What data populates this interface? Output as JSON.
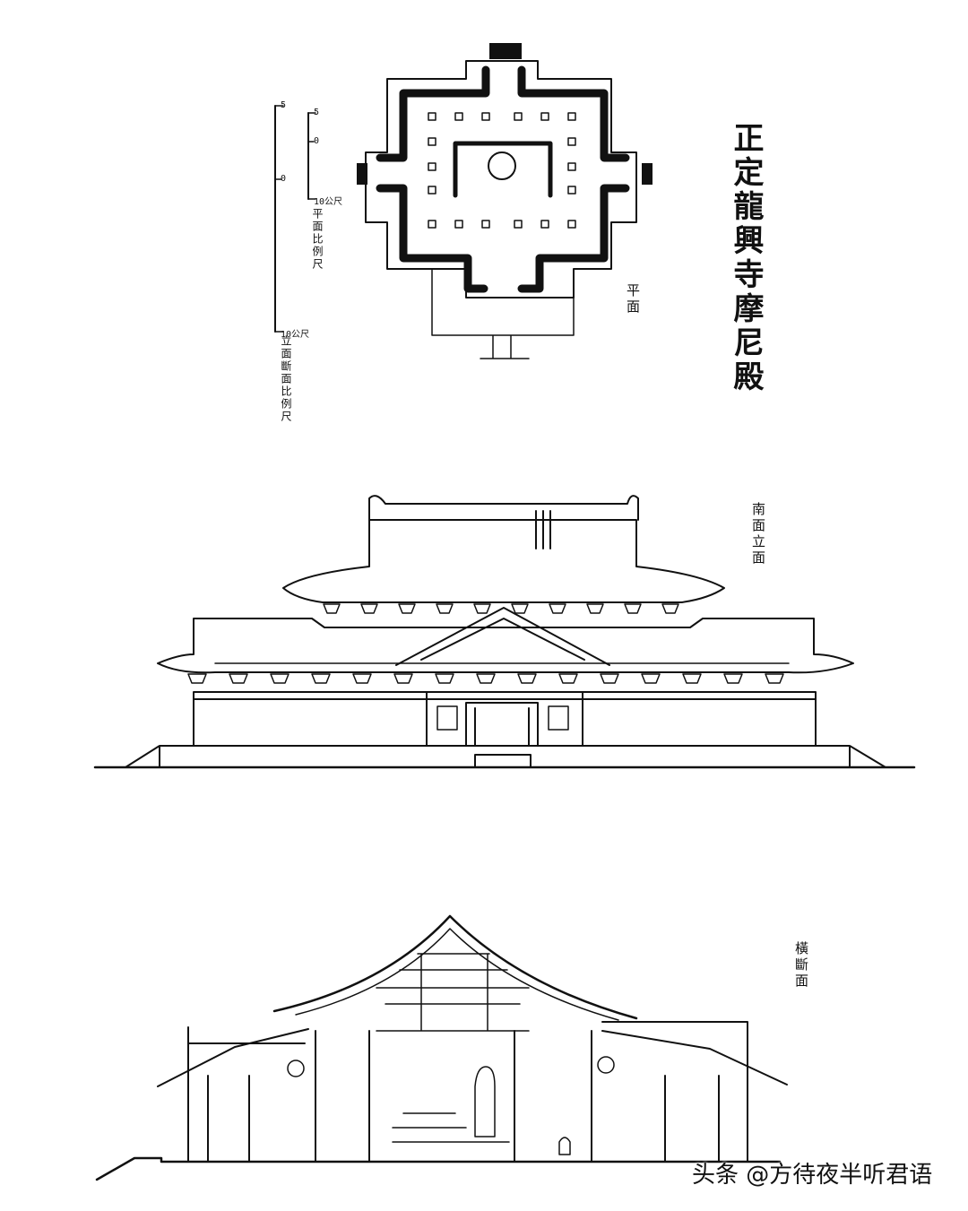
{
  "title": "正定龍興寺摩尼殿",
  "labels": {
    "plan": "平面",
    "elevation": "南面立面",
    "section": "橫斷面"
  },
  "scales": {
    "plan_scale_label": "平面比例尺",
    "plan_ticks": [
      "5",
      "0",
      "10公尺"
    ],
    "elevation_scale_label": "立面斷面比例尺",
    "elevation_ticks": [
      "5",
      "0",
      "10公尺"
    ]
  },
  "watermark": "头条 @方待夜半听君语"
}
